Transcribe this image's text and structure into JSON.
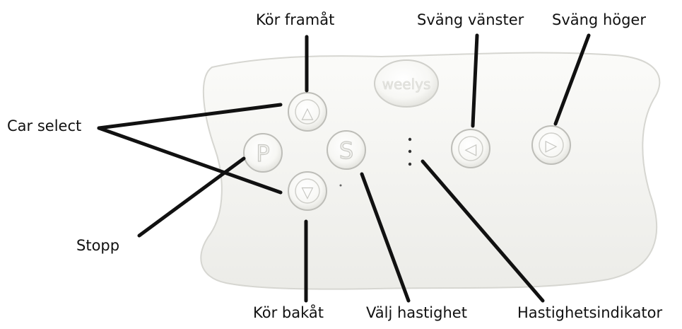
{
  "device": {
    "logo_text": "weelys",
    "buttons": {
      "up_glyph": "△",
      "down_glyph": "▽",
      "left_glyph": "◁",
      "right_glyph": "▷",
      "p_glyph": "P",
      "s_glyph": "S"
    },
    "body_color": "#f4f4f1",
    "edge_color": "#d9d9d4",
    "line_color": "#111111"
  },
  "labels": {
    "forward": "Kör framåt",
    "turn_left": "Sväng vänster",
    "turn_right": "Sväng höger",
    "car_select": "Car select",
    "stop": "Stopp",
    "backward": "Kör bakåt",
    "select_speed": "Välj hastighet",
    "speed_indicator": "Hastighetsindikator"
  }
}
